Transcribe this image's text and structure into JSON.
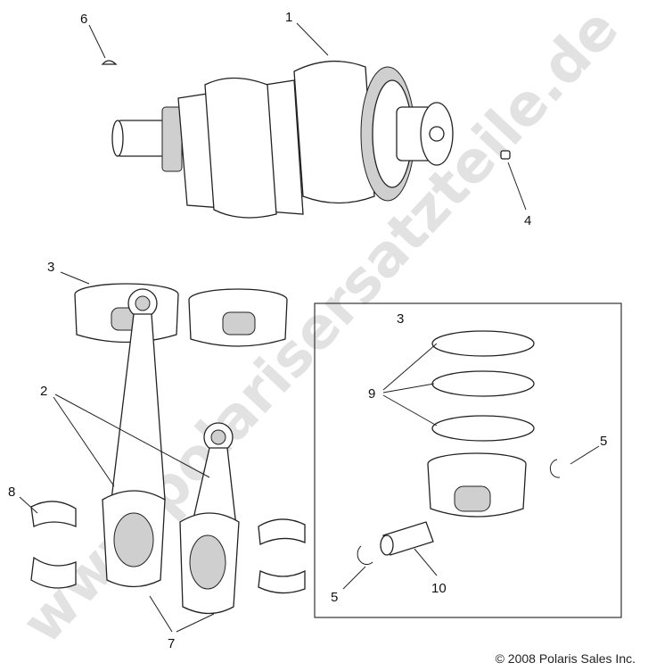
{
  "watermark": "www.polarisersatzteile.de",
  "copyright": "© 2008 Polaris Sales Inc.",
  "callouts": {
    "crankshaft": "1",
    "key": "6",
    "dowel_pin": "4",
    "piston_pair": "3",
    "piston_kit": "3",
    "rings": "9",
    "clip_right": "5",
    "clip_left": "5",
    "piston_pin": "10",
    "connecting_rods": "2",
    "bearing": "8",
    "rod_bolts": "7"
  }
}
